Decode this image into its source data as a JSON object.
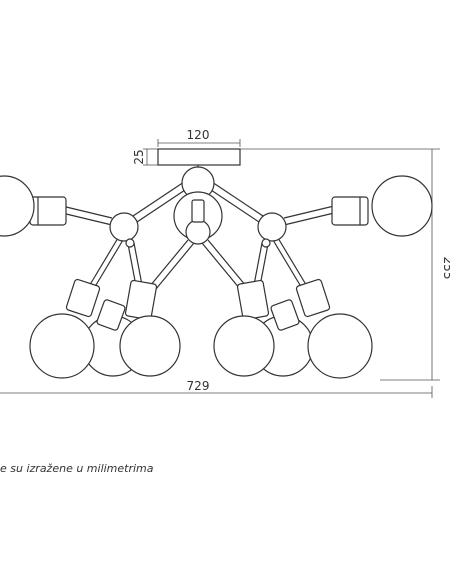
{
  "dimensions": {
    "canopy_width": "120",
    "canopy_height": "25",
    "total_width": "729",
    "total_height": "255"
  },
  "note": "e su izražene u milimetrima",
  "colors": {
    "line": "#333333",
    "background": "#ffffff"
  }
}
